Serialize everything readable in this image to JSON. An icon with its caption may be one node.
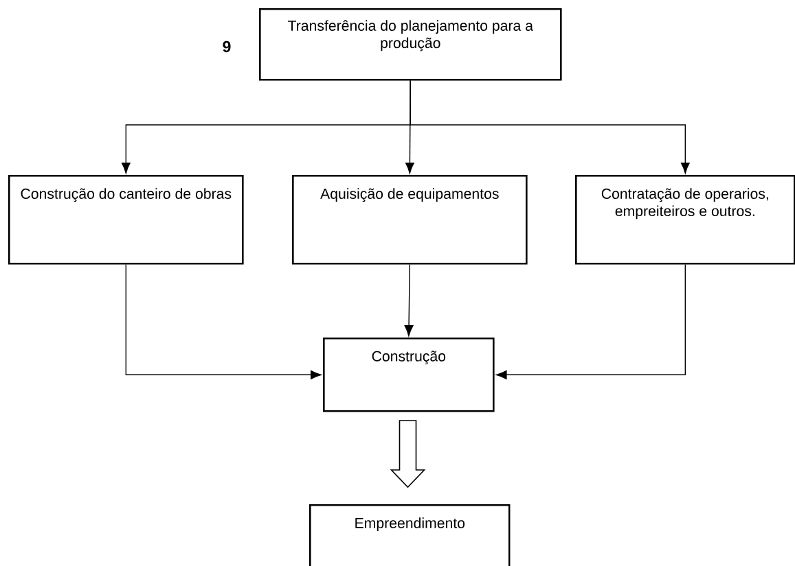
{
  "diagram": {
    "nodes": [
      {
        "text": [
          "Transferência do planejamento para a produção"
        ]
      },
      {
        "text": [
          "Construção do canteiro de obras"
        ]
      },
      {
        "text": [
          "Aquisição de equipamentos"
        ]
      },
      {
        "text": [
          "Contratação de operarios, empreiteiros e outros."
        ]
      },
      {
        "text": [
          "Construção"
        ]
      },
      {
        "text": [
          "Empreendimento"
        ]
      }
    ],
    "edges": [
      {
        "from": 0,
        "to": 1,
        "arrow": "to"
      },
      {
        "from": 0,
        "to": 2,
        "arrow": "to"
      },
      {
        "from": 0,
        "to": 3,
        "arrow": "to"
      },
      {
        "from": 1,
        "to": 4,
        "arrow": "to"
      },
      {
        "from": 2,
        "to": 4,
        "arrow": "to"
      },
      {
        "from": 3,
        "to": 4,
        "arrow": "to"
      },
      {
        "from": 4,
        "to": 5,
        "arrow": "to",
        "style": "thick"
      }
    ],
    "labels": [
      "9"
    ]
  }
}
